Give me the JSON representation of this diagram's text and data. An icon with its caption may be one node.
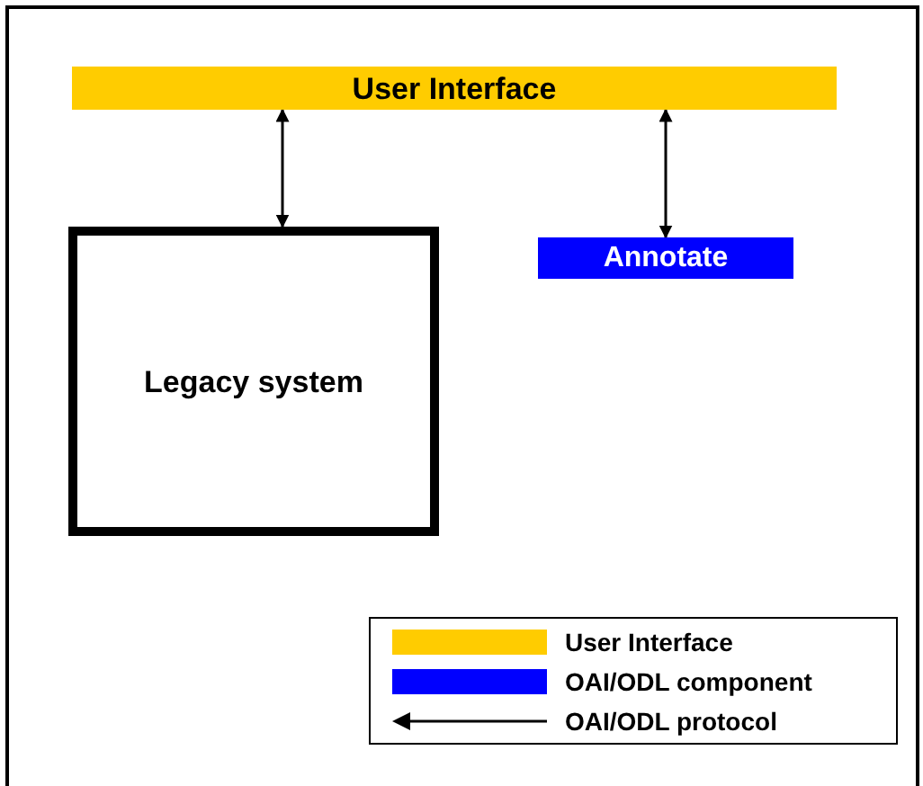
{
  "diagram": {
    "nodes": [
      {
        "text": [
          "User Interface"
        ]
      },
      {
        "text": [
          "Legacy system"
        ]
      },
      {
        "text": [
          "Annotate"
        ]
      }
    ],
    "edges": [
      {
        "from": 0,
        "to": 1,
        "arrow": "both"
      },
      {
        "from": 0,
        "to": 2,
        "arrow": "both"
      }
    ],
    "legend": [
      {
        "text": "User Interface",
        "color": "#ffcc00"
      },
      {
        "text": "OAI/ODL component",
        "color": "#0000ff"
      },
      {
        "text": "OAI/ODL protocol"
      }
    ]
  }
}
